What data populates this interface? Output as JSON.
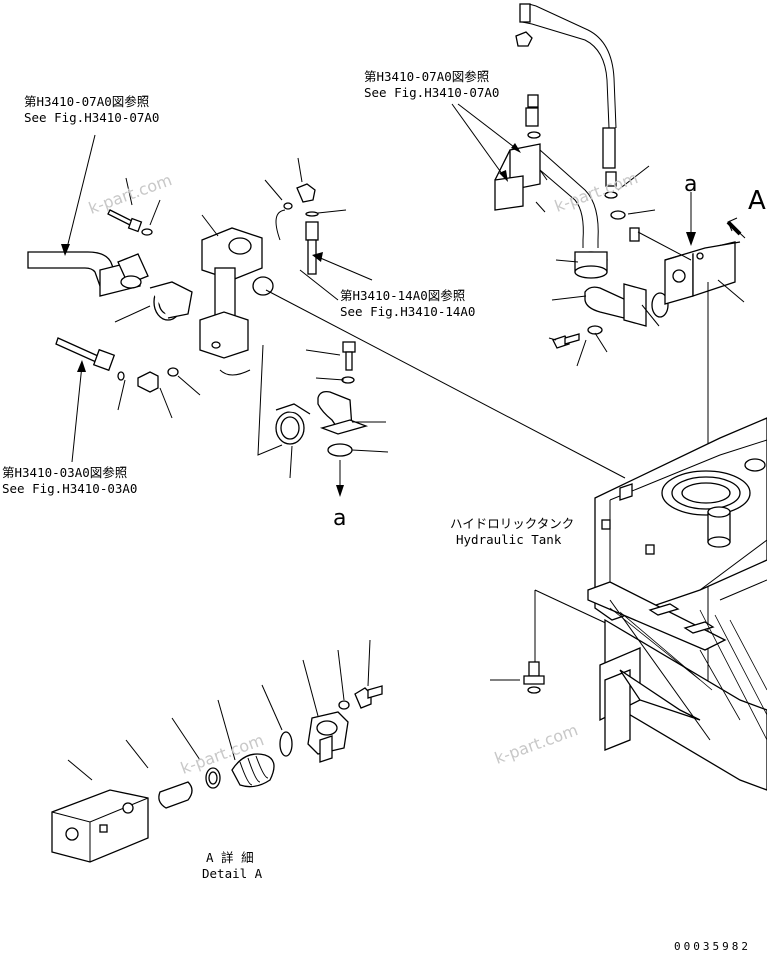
{
  "references": {
    "top_left_jp": "第H3410-07A0図参照",
    "top_left_en": "See Fig.H3410-07A0",
    "top_right_jp": "第H3410-07A0図参照",
    "top_right_en": "See Fig.H3410-07A0",
    "middle_jp": "第H3410-14A0図参照",
    "middle_en": "See Fig.H3410-14A0",
    "bottom_left_jp": "第H3410-03A0図参照",
    "bottom_left_en": "See Fig.H3410-03A0"
  },
  "tank_label_jp": "ハイドロリックタンク",
  "tank_label_en": "Hydraulic Tank",
  "detail_label_jp": "A 詳 細",
  "detail_label_en": "Detail A",
  "marker_a_top": "a",
  "marker_a_mid": "a",
  "marker_A": "A",
  "watermarks": [
    "k-part.com",
    "k-part.com",
    "k-part.com",
    "k-part.com"
  ],
  "drawing_code": "00035982"
}
